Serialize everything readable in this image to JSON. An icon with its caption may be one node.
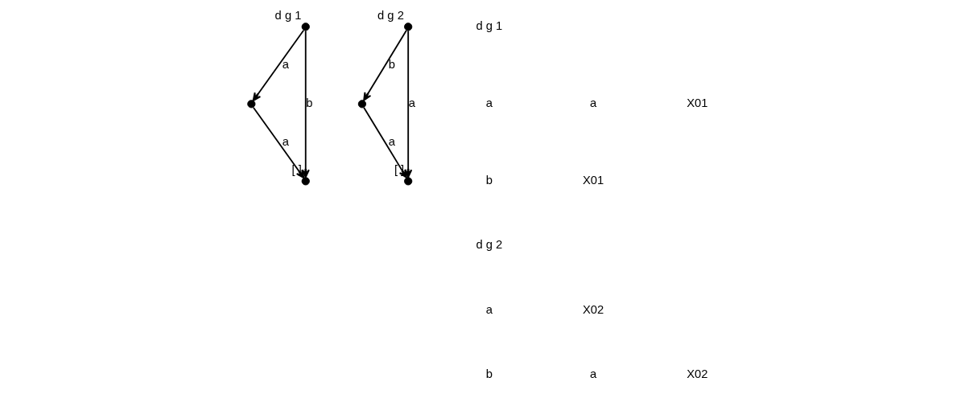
{
  "diagram": {
    "nodes": [
      {
        "text": [],
        "shape": "circle",
        "beside": [
          "d g 1"
        ]
      },
      {
        "text": [],
        "shape": "circle"
      },
      {
        "text": [],
        "shape": "circle",
        "beside": [
          "[ ]"
        ]
      },
      {
        "text": [],
        "shape": "circle",
        "beside": [
          "d g 2"
        ]
      },
      {
        "text": [],
        "shape": "circle"
      },
      {
        "text": [],
        "shape": "circle",
        "beside": [
          "[ ]"
        ]
      }
    ],
    "edges": [
      {
        "from": 0,
        "to": 1,
        "arrow": "to",
        "label": "a"
      },
      {
        "from": 0,
        "to": 2,
        "arrow": "to",
        "label": "b"
      },
      {
        "from": 1,
        "to": 2,
        "arrow": "to",
        "label": "a"
      },
      {
        "from": 3,
        "to": 5,
        "arrow": "to",
        "label": "a"
      },
      {
        "from": 3,
        "to": 4,
        "arrow": "to",
        "label": "b"
      },
      {
        "from": 4,
        "to": 5,
        "arrow": "to",
        "label": "a"
      }
    ],
    "labels": [
      "d g 1",
      "a",
      "a",
      "X01",
      "b",
      "X01",
      "d g 2",
      "a",
      "X02",
      "b",
      "a",
      "X02"
    ]
  }
}
